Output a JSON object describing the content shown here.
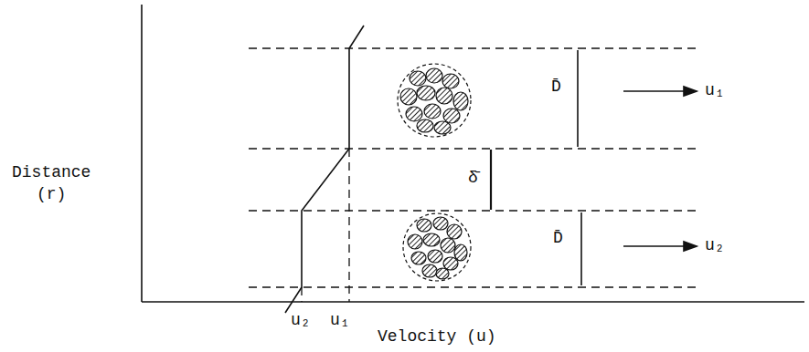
{
  "diagram": {
    "labels": [
      "D̄",
      "u₁",
      "Distance",
      "δ̄",
      "(r)",
      "D̄",
      "u₂",
      "u₂",
      "u₁",
      "Velocity (u)"
    ]
  }
}
